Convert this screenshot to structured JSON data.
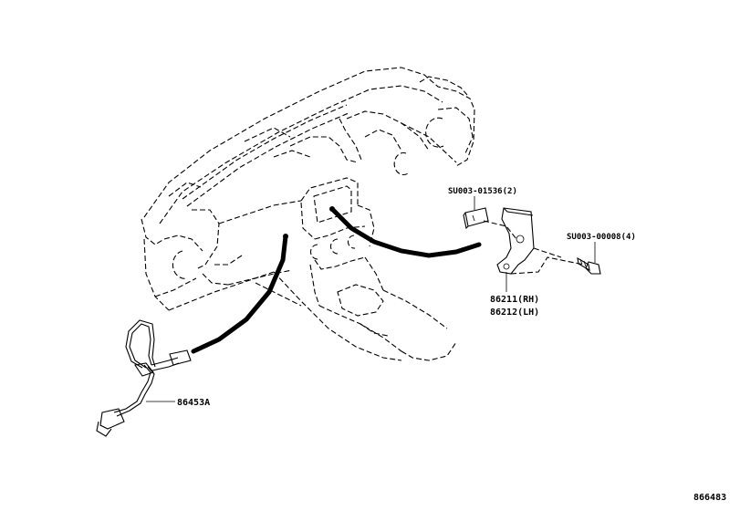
{
  "labels": {
    "clip_part": "SU003-01536(2)",
    "bolt_part": "SU003-00008(4)",
    "bracket_rh": "86211(RH)",
    "bracket_lh": "86212(LH)",
    "harness": "86453A",
    "diagram_id": "866483"
  },
  "colors": {
    "line": "#000000",
    "background": "#ffffff"
  }
}
